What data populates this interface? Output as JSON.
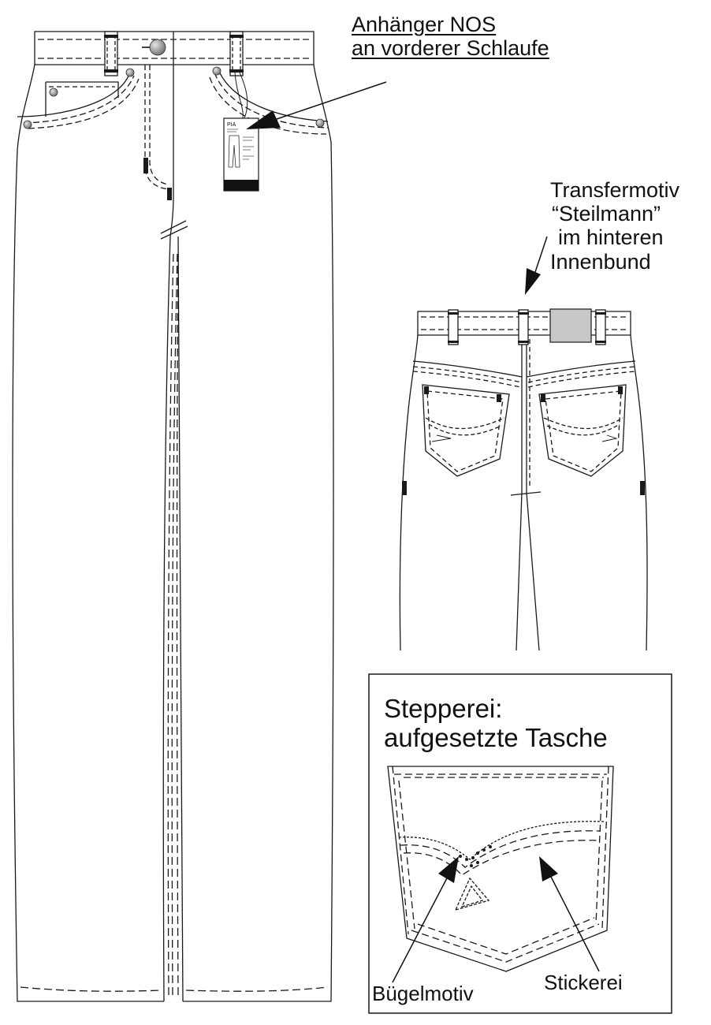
{
  "annotations": {
    "front_tag": [
      "Anhänger NOS",
      "an vorderer Schlaufe"
    ],
    "back_transfer": [
      "Transfermotiv",
      "“Steilmann”",
      "im hinteren",
      "Innenbund"
    ]
  },
  "detail_box": {
    "title": [
      "Stepperei:",
      "aufgesetzte Tasche"
    ],
    "label_left": "Bügelmotiv",
    "label_right": "Stickerei"
  },
  "hangtag": {
    "brand_text": "PIA"
  },
  "colors": {
    "line": "#1a1a1a",
    "rivet": "#8a8a8a",
    "back_label": "#c8c8c8",
    "tag_bar": "#111111"
  }
}
